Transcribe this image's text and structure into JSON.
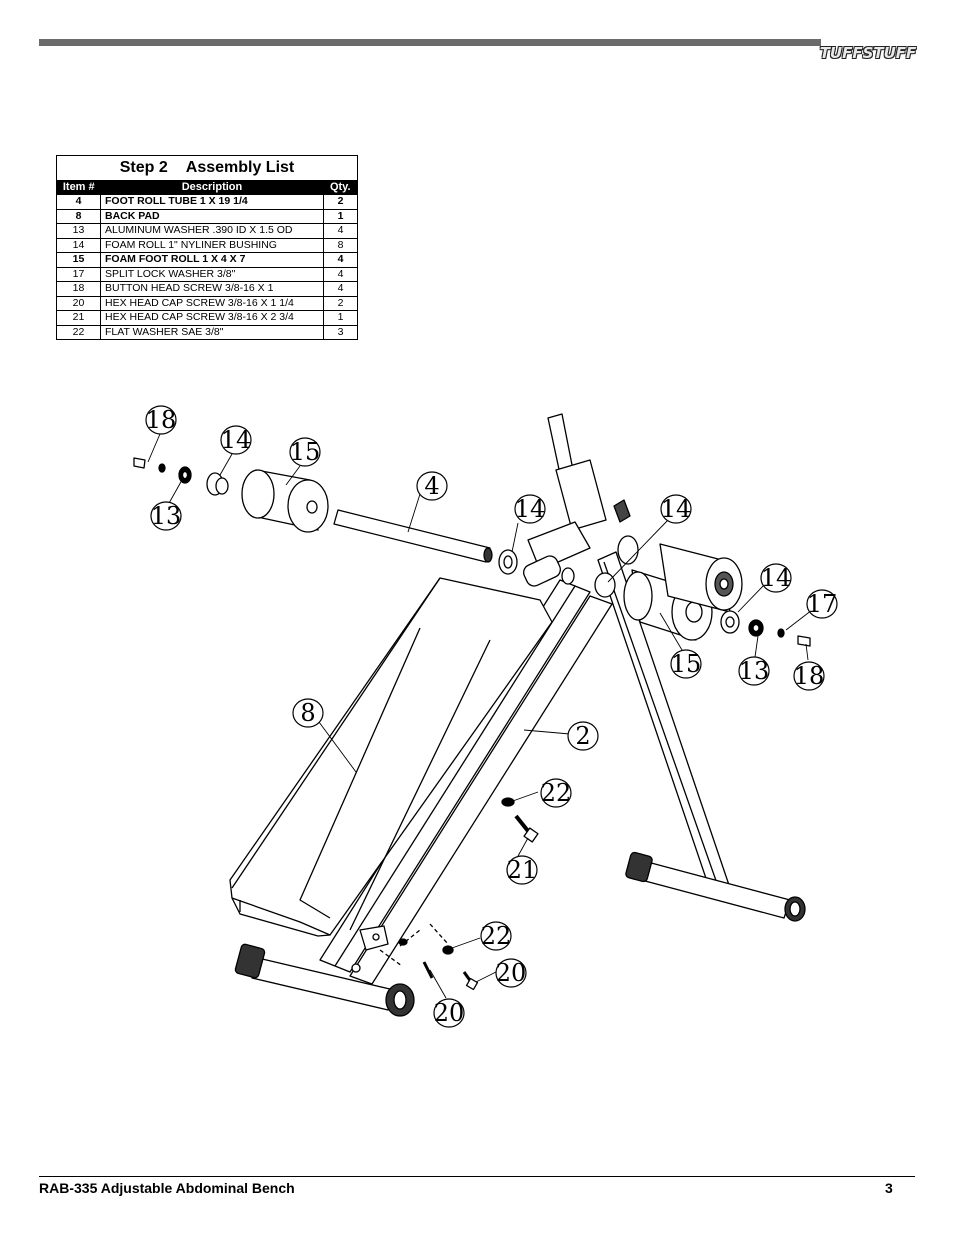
{
  "header": {
    "brand_logo_text": "TUFFSTUFF"
  },
  "assembly_list": {
    "step": "Step 2",
    "title": "Assembly List",
    "columns": [
      "Item #",
      "Description",
      "Qty."
    ],
    "rows": [
      {
        "item": "4",
        "description": "FOOT ROLL TUBE 1 X 19 1/4",
        "qty": "2",
        "bold": true
      },
      {
        "item": "8",
        "description": "BACK PAD",
        "qty": "1",
        "bold": true
      },
      {
        "item": "13",
        "description": "ALUMINUM WASHER .390 ID X 1.5 OD",
        "qty": "4",
        "bold": false
      },
      {
        "item": "14",
        "description": "FOAM ROLL 1\" NYLINER BUSHING",
        "qty": "8",
        "bold": false
      },
      {
        "item": "15",
        "description": "FOAM FOOT ROLL 1 X 4 X 7",
        "qty": "4",
        "bold": true
      },
      {
        "item": "17",
        "description": "SPLIT LOCK WASHER 3/8\"",
        "qty": "4",
        "bold": false
      },
      {
        "item": "18",
        "description": "BUTTON HEAD SCREW 3/8-16 X 1",
        "qty": "4",
        "bold": false
      },
      {
        "item": "20",
        "description": "HEX HEAD CAP SCREW 3/8-16 X 1 1/4",
        "qty": "2",
        "bold": false
      },
      {
        "item": "21",
        "description": "HEX HEAD CAP SCREW 3/8-16 X 2 3/4",
        "qty": "1",
        "bold": false
      },
      {
        "item": "22",
        "description": "FLAT WASHER SAE 3/8\"",
        "qty": "3",
        "bold": false
      }
    ]
  },
  "callouts": {
    "c18a": "18",
    "c14a": "14",
    "c15a": "15",
    "c13a": "13",
    "c4": "4",
    "c14b": "14",
    "c14c": "14",
    "c14d": "14",
    "c17": "17",
    "c15b": "15",
    "c13b": "13",
    "c18b": "18",
    "c8": "8",
    "c2": "2",
    "c22a": "22",
    "c21": "21",
    "c22b": "22",
    "c20a": "20",
    "c20b": "20"
  },
  "footer": {
    "model": "RAB-335   Adjustable Abdominal Bench",
    "page": "3"
  }
}
